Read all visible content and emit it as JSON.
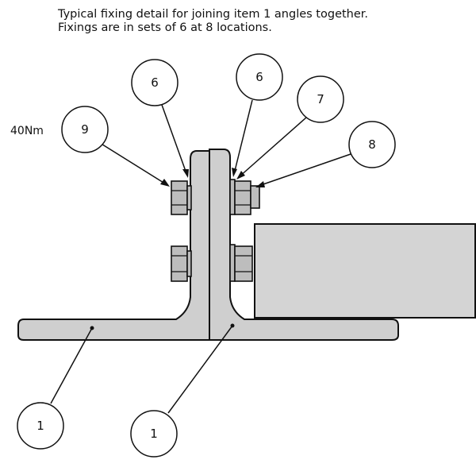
{
  "note": {
    "line1": "Typical fixing detail for joining item 1 angles together.",
    "line2": "Fixings are in sets of 6 at 8 locations."
  },
  "torque_label": "40Nm",
  "callouts": {
    "c6a": "6",
    "c6b": "6",
    "c7": "7",
    "c8": "8",
    "c9": "9",
    "c1a": "1",
    "c1b": "1"
  }
}
